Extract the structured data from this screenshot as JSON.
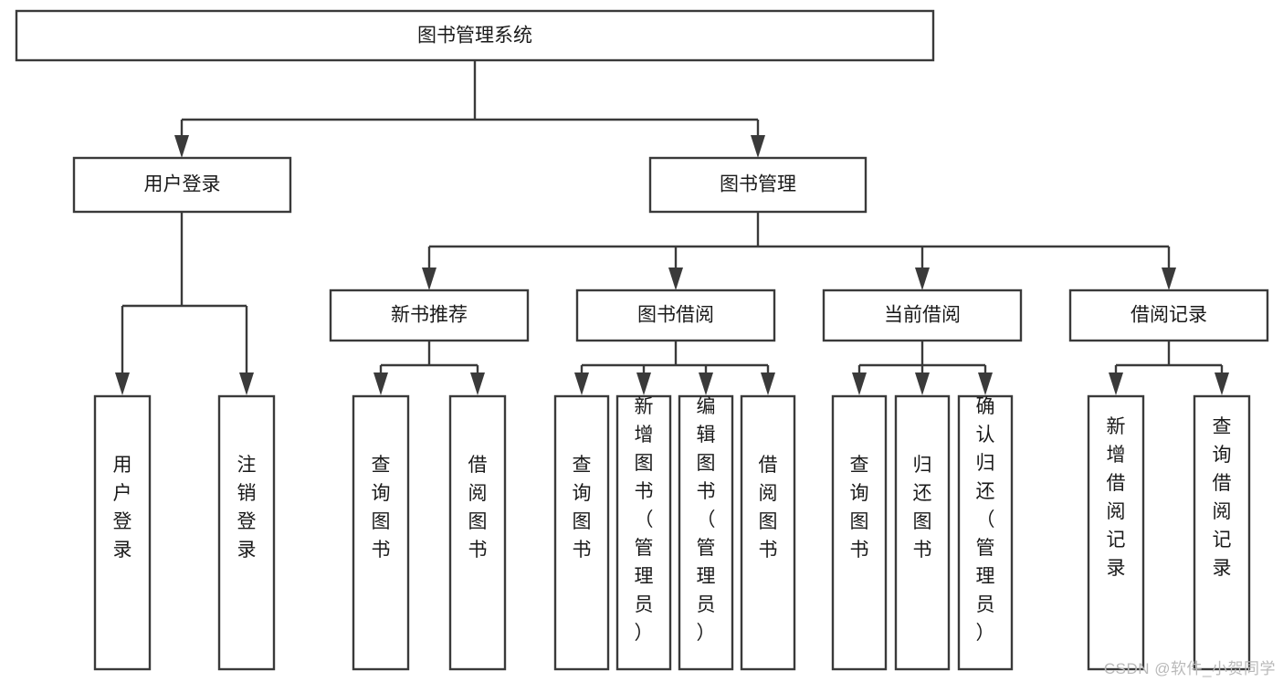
{
  "diagram": {
    "type": "tree-hierarchy",
    "root": {
      "label": "图书管理系统"
    },
    "level2": [
      {
        "label": "用户登录"
      },
      {
        "label": "图书管理"
      }
    ],
    "level3": [
      {
        "label": "新书推荐"
      },
      {
        "label": "图书借阅"
      },
      {
        "label": "当前借阅"
      },
      {
        "label": "借阅记录"
      }
    ],
    "leaves": {
      "user_login": [
        {
          "label": "用户登录"
        },
        {
          "label": "注销登录"
        }
      ],
      "new_book_recommend": [
        {
          "label": "查询图书"
        },
        {
          "label": "借阅图书"
        }
      ],
      "book_borrow": [
        {
          "label": "查询图书"
        },
        {
          "label": "新增图书（管理员）"
        },
        {
          "label": "编辑图书（管理员）"
        },
        {
          "label": "借阅图书"
        }
      ],
      "current_borrow": [
        {
          "label": "查询图书"
        },
        {
          "label": "归还图书"
        },
        {
          "label": "确认归还（管理员）"
        }
      ],
      "borrow_record": [
        {
          "label": "新增借阅记录"
        },
        {
          "label": "查询借阅记录"
        }
      ]
    }
  },
  "watermark": {
    "text": "CSDN @软件_小贺同学"
  },
  "colors": {
    "stroke": "#3a3a3a",
    "box_fill": "#ffffff",
    "text": "#1a1a1a",
    "watermark": "#b9b9b9",
    "background": "#ffffff"
  }
}
